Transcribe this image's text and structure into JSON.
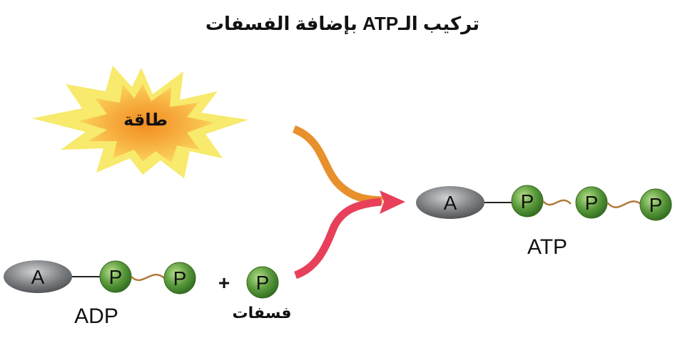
{
  "title": "تركيب الـATP بإضافة الفسفات",
  "energy": {
    "label": "طاقة"
  },
  "adenosine_letter": "A",
  "phosphate_letter": "P",
  "plus_sign": "+",
  "adp": {
    "caption": "ADP"
  },
  "phosphate": {
    "caption": "فسفات"
  },
  "atp": {
    "caption": "ATP"
  },
  "colors": {
    "energy_arrow": "#e8902c",
    "phosphate_arrow": "#e8405a",
    "phosphate_green": "#5a9a3c",
    "adenosine_gray": "#7a7d80",
    "bond_brown": "#b07a3a"
  }
}
